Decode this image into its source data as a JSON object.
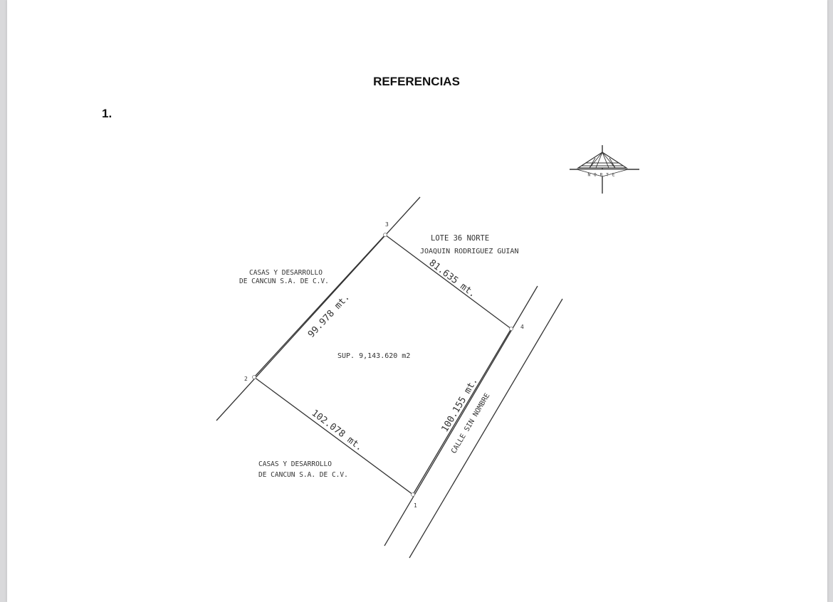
{
  "heading": "REFERENCIAS",
  "item_number": "1.",
  "plan": {
    "north_label": "NORTE",
    "vertices": [
      "1",
      "2",
      "3",
      "4"
    ],
    "neighbor_north_line1": "LOTE 36 NORTE",
    "neighbor_north_line2": "JOAQUIN RODRIGUEZ GUIAN",
    "neighbor_west_line1": "CASAS Y DESARROLLO",
    "neighbor_west_line2": "DE CANCUN S.A. DE C.V.",
    "neighbor_south_line1": "CASAS Y DESARROLLO",
    "neighbor_south_line2": "DE CANCUN S.A. DE C.V.",
    "area": "SUP.  9,143.620 m2",
    "side_3_4": "81.635 mt.",
    "side_2_3": "99.978 mt.",
    "side_2_1": "102.078 mt.",
    "side_1_4": "100.155 mt.",
    "street": "CALLE SIN NOMBRE"
  }
}
